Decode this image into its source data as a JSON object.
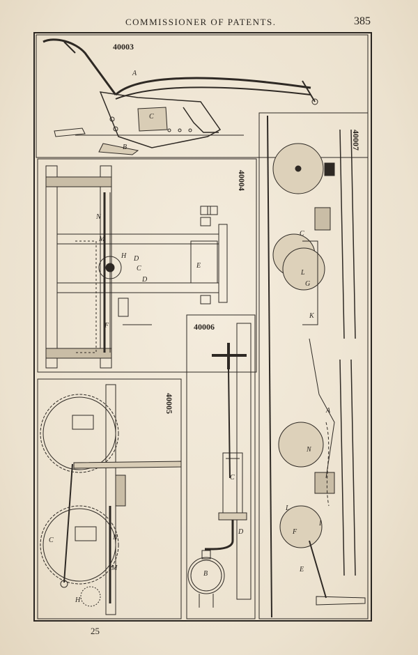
{
  "header": {
    "running_title": "COMMISSIONER OF PATENTS.",
    "page_number": "385"
  },
  "footer": {
    "signature_mark": "25"
  },
  "figures": [
    {
      "id": "40003",
      "letters": [
        "A",
        "B",
        "C"
      ]
    },
    {
      "id": "40004",
      "letters": [
        "N",
        "M",
        "H",
        "D",
        "C",
        "D",
        "E",
        "F"
      ]
    },
    {
      "id": "40005",
      "letters": [
        "C",
        "N",
        "M",
        "H"
      ]
    },
    {
      "id": "40006",
      "letters": [
        "C",
        "D",
        "B"
      ]
    },
    {
      "id": "40007",
      "letters": [
        "C",
        "L",
        "G",
        "K",
        "A",
        "N",
        "E",
        "I",
        "F",
        "L"
      ]
    }
  ]
}
